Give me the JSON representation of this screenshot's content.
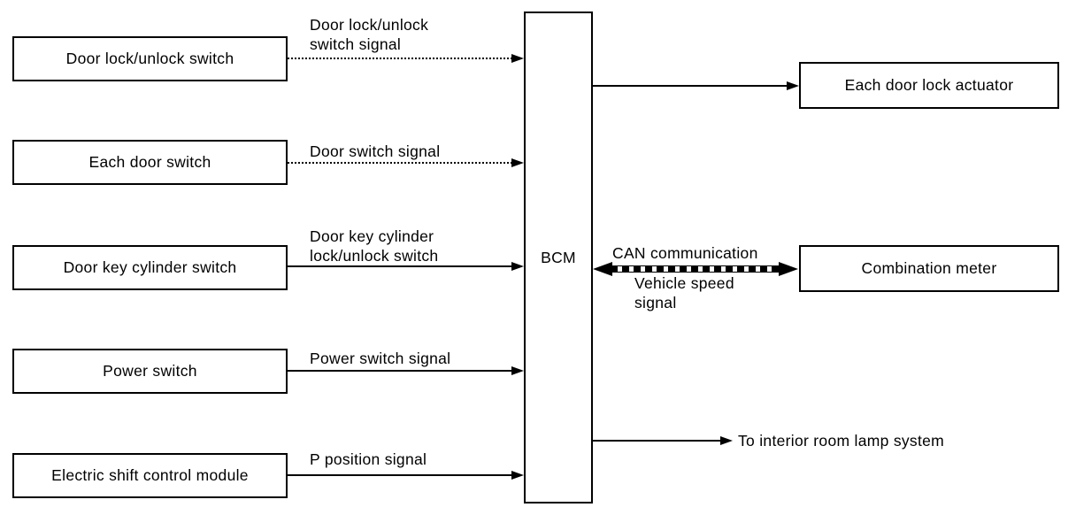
{
  "nodes": {
    "bcm_label": "BCM",
    "inputs": [
      {
        "label": "Door lock/unlock switch",
        "signal": "Door lock/unlock\nswitch signal",
        "connector": "dotted"
      },
      {
        "label": "Each door switch",
        "signal": "Door switch signal",
        "connector": "dotted"
      },
      {
        "label": "Door key cylinder switch",
        "signal": "Door key cylinder\nlock/unlock switch",
        "connector": "solid"
      },
      {
        "label": "Power switch",
        "signal": "Power switch signal",
        "connector": "solid"
      },
      {
        "label": "Electric shift control module",
        "signal": "P position signal",
        "connector": "solid"
      }
    ],
    "outputs": {
      "door_lock_actuator": "Each door lock actuator",
      "combination_meter": "Combination meter",
      "interior_lamp_note": "To interior room lamp system"
    },
    "can_link": {
      "top_label": "CAN communication",
      "bottom_label": "Vehicle speed\nsignal",
      "direction": "bidirectional"
    }
  },
  "colors": {
    "ink": "#000000",
    "background": "#ffffff"
  }
}
